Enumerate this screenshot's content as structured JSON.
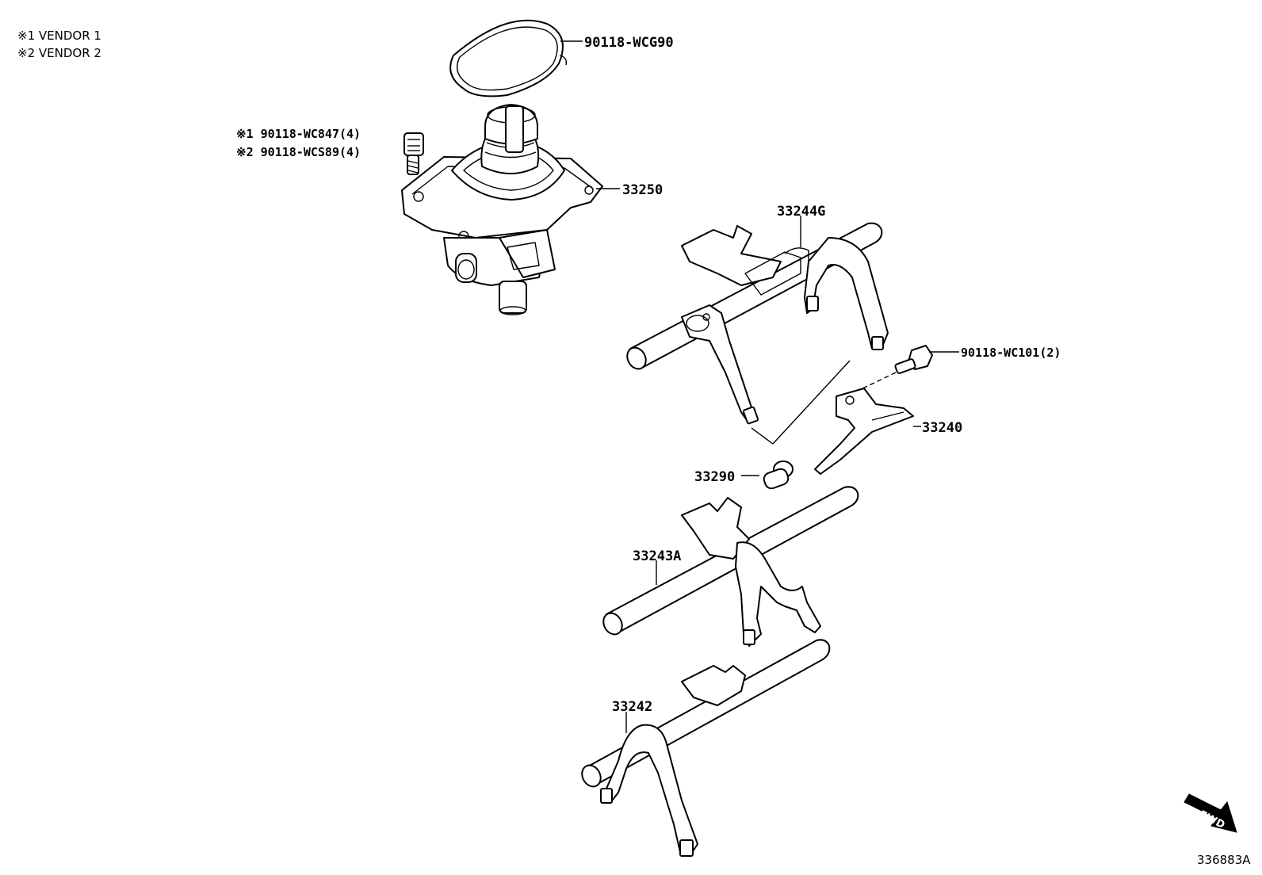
{
  "legend": {
    "vendor1": "※1 VENDOR 1",
    "vendor2": "※2 VENDOR 2"
  },
  "callouts": {
    "gasket": "90118-WCG90",
    "bolt_vendor1": "※1 90118-WC847(4)",
    "bolt_vendor2": "※2 90118-WCS89(4)",
    "shift_lever_housing": "33250",
    "fork_shaft_top": "33244G",
    "bolt_fork": "90118-WC101(2)",
    "shift_head": "33240",
    "pin": "33290",
    "fork_shaft_mid": "33243A",
    "fork_shaft_bottom": "33242"
  },
  "direction_arrow": "FWD",
  "diagram_id": "336883A"
}
